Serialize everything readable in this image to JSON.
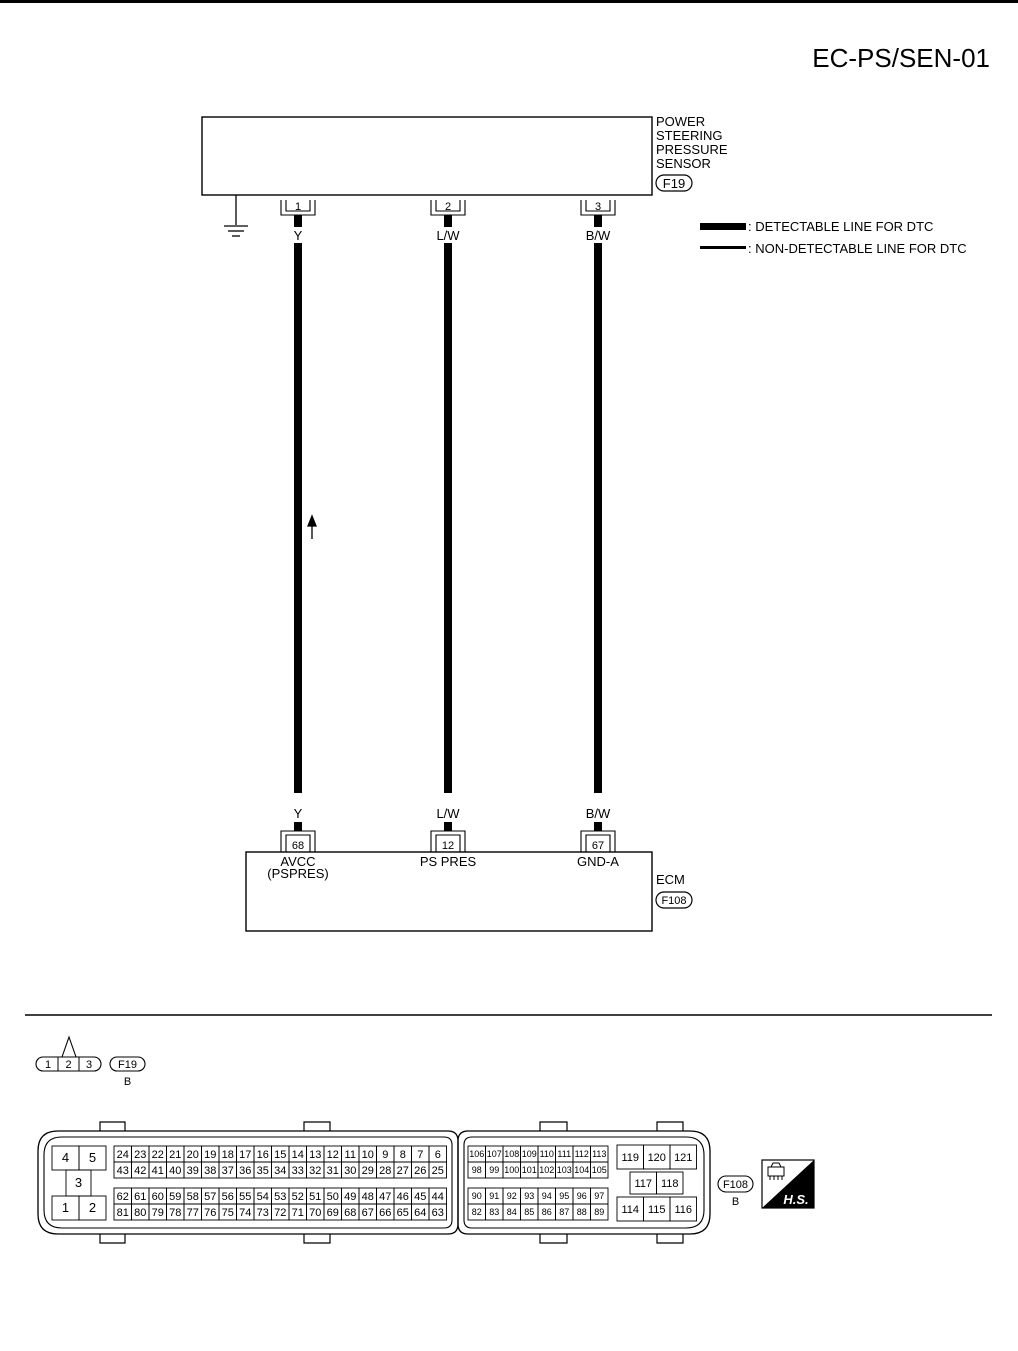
{
  "diagram_id": "EC-PS/SEN-01",
  "sensor": {
    "name_lines": [
      "POWER",
      "STEERING",
      "PRESSURE",
      "SENSOR"
    ],
    "connector": "F19"
  },
  "ecm": {
    "name": "ECM",
    "connector": "F108"
  },
  "legend": {
    "detectable": ": DETECTABLE LINE FOR DTC",
    "non_detectable": ": NON-DETECTABLE LINE FOR DTC"
  },
  "wires": [
    {
      "sensor_pin": "1",
      "color": "Y",
      "ecm_pin": "68",
      "ecm_label_lines": [
        "AVCC",
        "(PSPRES)"
      ],
      "detectable": true,
      "flow_arrow": true
    },
    {
      "sensor_pin": "2",
      "color": "L/W",
      "ecm_pin": "12",
      "ecm_label_lines": [
        "PS PRES"
      ],
      "detectable": true,
      "flow_arrow": false
    },
    {
      "sensor_pin": "3",
      "color": "B/W",
      "ecm_pin": "67",
      "ecm_label_lines": [
        "GND-A"
      ],
      "detectable": true,
      "flow_arrow": false
    }
  ],
  "sensor_connector_face": {
    "pins": [
      "1",
      "2",
      "3"
    ],
    "id": "F19",
    "color": "B"
  },
  "ecm_connector_face": {
    "id": "F108",
    "color": "B",
    "left_block": {
      "top": [
        "4",
        "5"
      ],
      "middle": [
        "3"
      ],
      "bottom": [
        "1",
        "2"
      ]
    },
    "main_rows": [
      [
        "24",
        "23",
        "22",
        "21",
        "20",
        "19",
        "18",
        "17",
        "16",
        "15",
        "14",
        "13",
        "12",
        "11",
        "10",
        "9",
        "8",
        "7",
        "6"
      ],
      [
        "43",
        "42",
        "41",
        "40",
        "39",
        "38",
        "37",
        "36",
        "35",
        "34",
        "33",
        "32",
        "31",
        "30",
        "29",
        "28",
        "27",
        "26",
        "25"
      ],
      [
        "62",
        "61",
        "60",
        "59",
        "58",
        "57",
        "56",
        "55",
        "54",
        "53",
        "52",
        "51",
        "50",
        "49",
        "48",
        "47",
        "46",
        "45",
        "44"
      ],
      [
        "81",
        "80",
        "79",
        "78",
        "77",
        "76",
        "75",
        "74",
        "73",
        "72",
        "71",
        "70",
        "69",
        "68",
        "67",
        "66",
        "65",
        "64",
        "63"
      ]
    ],
    "mid_rows": [
      [
        "106",
        "107",
        "108",
        "109",
        "110",
        "111",
        "112",
        "113"
      ],
      [
        "98",
        "99",
        "100",
        "101",
        "102",
        "103",
        "104",
        "105"
      ],
      [
        "90",
        "91",
        "92",
        "93",
        "94",
        "95",
        "96",
        "97"
      ],
      [
        "82",
        "83",
        "84",
        "85",
        "86",
        "87",
        "88",
        "89"
      ]
    ],
    "right_block": {
      "top": [
        "119",
        "120",
        "121"
      ],
      "middle": [
        "117",
        "118"
      ],
      "bottom": [
        "114",
        "115",
        "116"
      ]
    }
  },
  "badge": "H.S."
}
